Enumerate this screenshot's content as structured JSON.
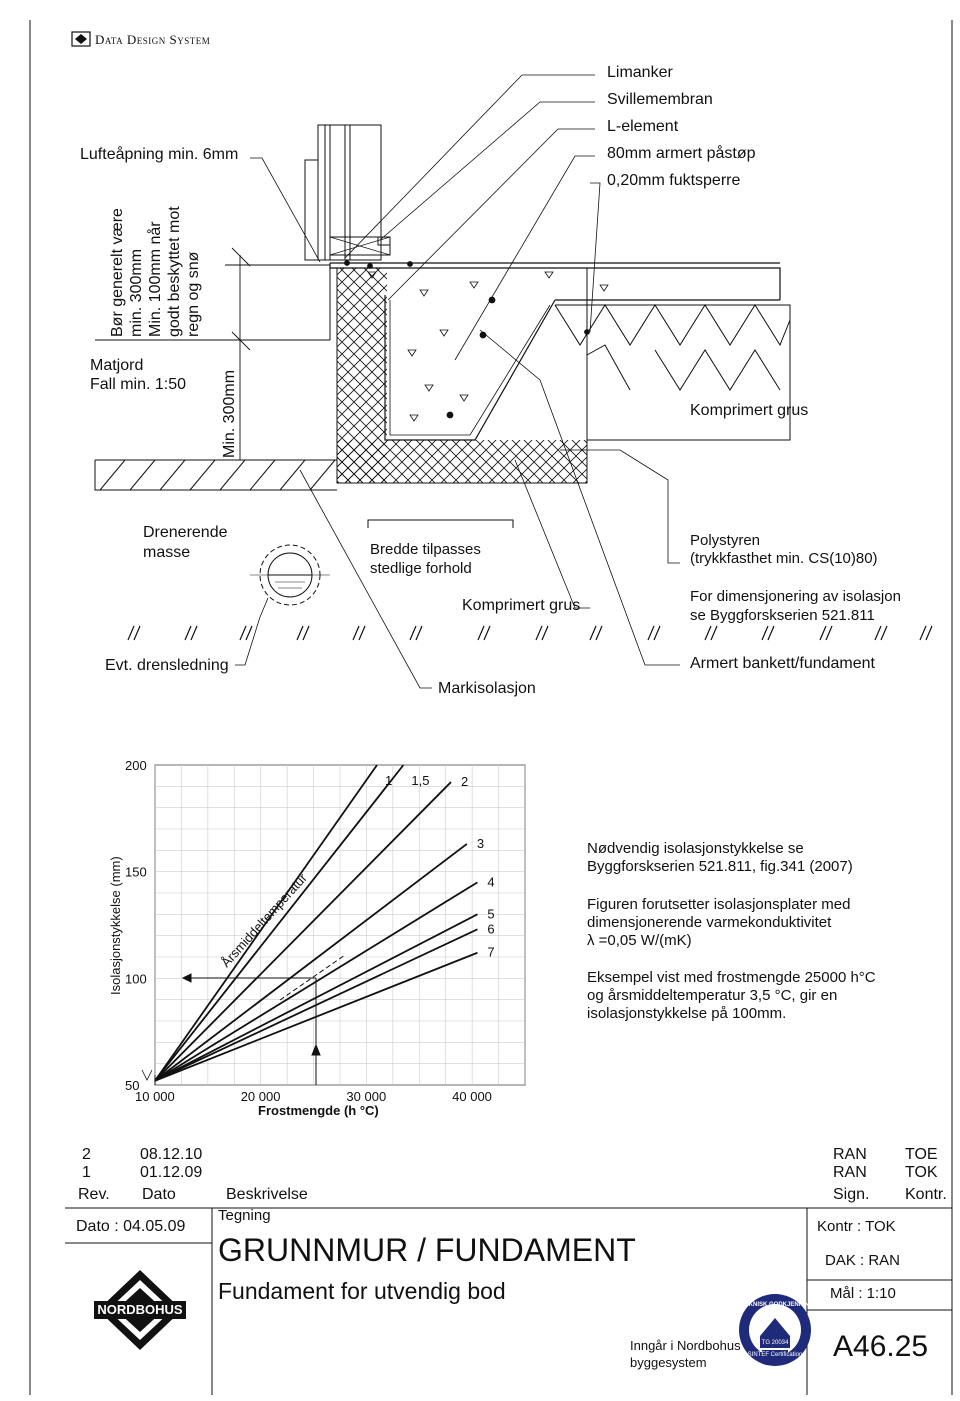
{
  "header": {
    "brand": "Data Design System"
  },
  "labels": {
    "lufteapning": "Lufteåpning min. 6mm",
    "limanker": "Limanker",
    "svillemembran": "Svillemembran",
    "l_element": "L-element",
    "paastop": "80mm armert påstøp",
    "fuktsperre": "0,20mm fuktsperre",
    "bor_1": "Bør generelt være",
    "bor_2": "min. 300mm",
    "bor_3": "Min. 100mm når",
    "bor_4": "godt beskyttet mot",
    "bor_5": "regn og snø",
    "matjord_1": "Matjord",
    "matjord_2": "Fall min. 1:50",
    "min300": "Min. 300mm",
    "komprimert_grus_right": "Komprimert grus",
    "drenerende_1": "Drenerende",
    "drenerende_2": "masse",
    "bredde_1": "Bredde tilpasses",
    "bredde_2": "stedlige forhold",
    "komprimert_grus_mid": "Komprimert grus",
    "polystyren_1": "Polystyren",
    "polystyren_2": "(trykkfasthet min. CS(10)80)",
    "dimensjonering_1": "For dimensjonering av isolasjon",
    "dimensjonering_2": "se Byggforskserien 521.811",
    "drensledning": "Evt. drensledning",
    "markisolasjon": "Markisolasjon",
    "bankett": "Armert bankett/fundament"
  },
  "chart_data": {
    "type": "line",
    "xlabel": "Frostmengde (h °C)",
    "ylabel": "Isolasjonstykkelse (mm)",
    "x_ticks": [
      "10 000",
      "20 000",
      "30 000",
      "40 000"
    ],
    "y_ticks": [
      "50",
      "100",
      "150",
      "200"
    ],
    "xlim": [
      10000,
      45000
    ],
    "ylim": [
      50,
      200
    ],
    "diagonal_label": "Årsmiddeltemperatur",
    "series": [
      {
        "name": "1",
        "x": [
          10000,
          31000
        ],
        "y": [
          52,
          200
        ]
      },
      {
        "name": "1,5",
        "x": [
          10000,
          33500
        ],
        "y": [
          52,
          200
        ]
      },
      {
        "name": "2",
        "x": [
          10000,
          38000
        ],
        "y": [
          52,
          192
        ]
      },
      {
        "name": "3",
        "x": [
          10000,
          39500
        ],
        "y": [
          52,
          163
        ]
      },
      {
        "name": "4",
        "x": [
          10000,
          40500
        ],
        "y": [
          52,
          145
        ]
      },
      {
        "name": "5",
        "x": [
          10000,
          40500
        ],
        "y": [
          52,
          130
        ]
      },
      {
        "name": "6",
        "x": [
          10000,
          40500
        ],
        "y": [
          52,
          123
        ]
      },
      {
        "name": "7",
        "x": [
          10000,
          40500
        ],
        "y": [
          52,
          112
        ]
      }
    ],
    "example": {
      "x": 25000,
      "y": 100
    }
  },
  "chart_notes": {
    "note1_1": "Nødvendig isolasjonstykkelse se",
    "note1_2": "Byggforskserien 521.811, fig.341  (2007)",
    "note2_1": "Figuren forutsetter isolasjonsplater med",
    "note2_2": "dimensjonerende varmekonduktivitet",
    "note2_3": "λ =0,05 W/(mK)",
    "note3_1": "Eksempel vist med frostmengde 25000 h°C",
    "note3_2": "og årsmiddeltemperatur 3,5 °C, gir en",
    "note3_3": "isolasjonstykkelse på 100mm."
  },
  "title_block": {
    "revisions": [
      {
        "rev": "2",
        "dato": "08.12.10",
        "sign": "RAN",
        "kontr": "TOE"
      },
      {
        "rev": "1",
        "dato": "01.12.09",
        "sign": "RAN",
        "kontr": "TOK"
      }
    ],
    "hdr_rev": "Rev.",
    "hdr_dato": "Dato",
    "hdr_beskrivelse": "Beskrivelse",
    "hdr_sign": "Sign.",
    "hdr_kontr": "Kontr.",
    "dato": "Dato : 04.05.09",
    "tegning_label": "Tegning",
    "title": "GRUNNMUR / FUNDAMENT",
    "subtitle": "Fundament for utvendig bod",
    "kontr": "Kontr : TOK",
    "dak": "DAK : RAN",
    "maal": "Mål : 1:10",
    "inngaar_1": "Inngår i Nordbohus",
    "inngaar_2": "byggesystem",
    "drawing_no": "A46.25",
    "logo_text": "NORDBOHUS",
    "badge_top": "TEKNISK GODKJENNING",
    "badge_bottom": "SINTEF Certification",
    "badge_number": "TG 20034"
  },
  "colors": {
    "line": "#111111",
    "grid": "#cccccc"
  }
}
